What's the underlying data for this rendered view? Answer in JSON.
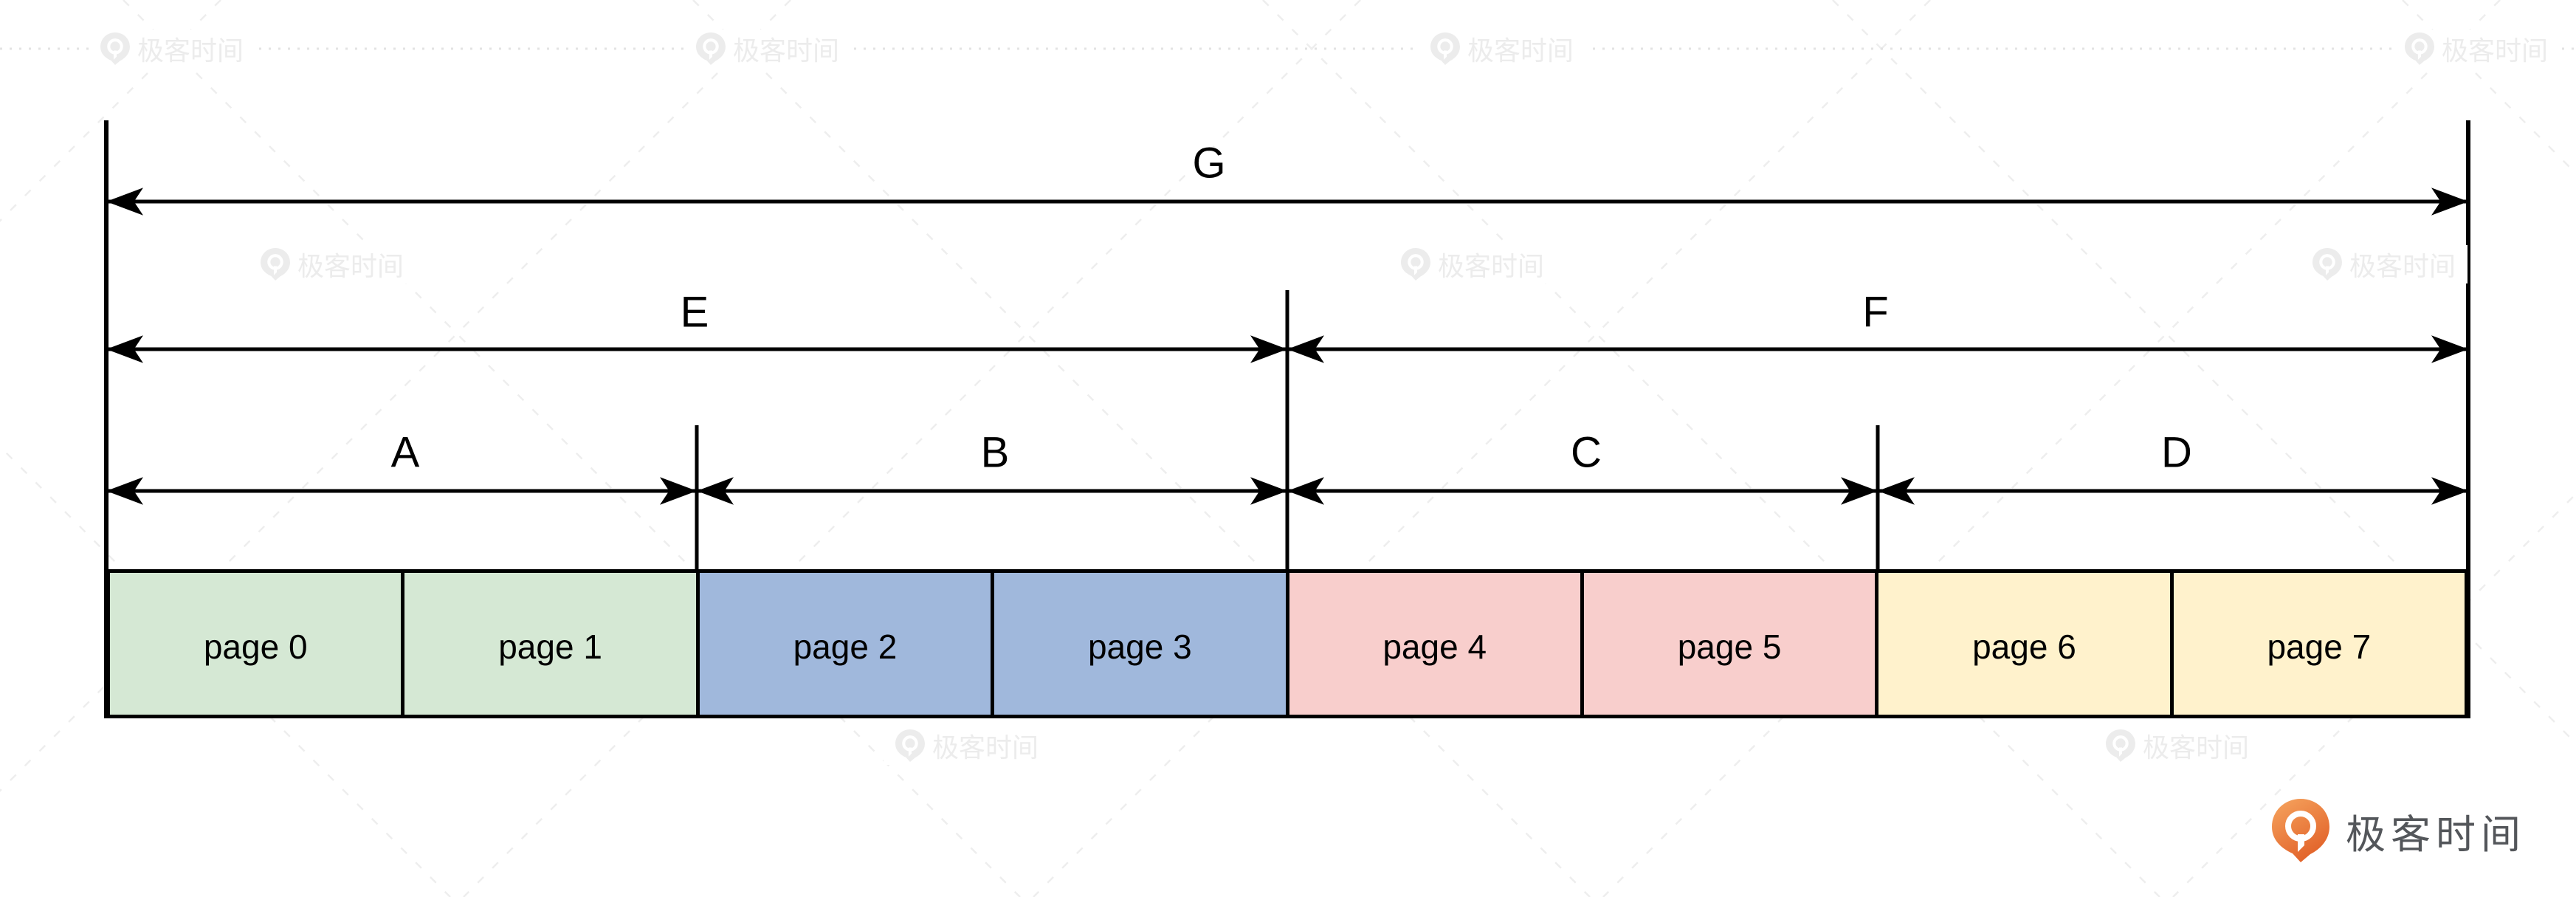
{
  "diagram": {
    "description": "Eight memory pages grouped under nested dimension spans",
    "spans": [
      {
        "label": "G",
        "level": "top",
        "covers": "page 0 - page 7"
      },
      {
        "label": "E",
        "level": "middle",
        "covers": "page 0 - page 3"
      },
      {
        "label": "F",
        "level": "middle",
        "covers": "page 4 - page 7"
      },
      {
        "label": "A",
        "level": "bottom",
        "covers": "page 0 - page 1"
      },
      {
        "label": "B",
        "level": "bottom",
        "covers": "page 2 - page 3"
      },
      {
        "label": "C",
        "level": "bottom",
        "covers": "page 4 - page 5"
      },
      {
        "label": "D",
        "level": "bottom",
        "covers": "page 6 - page 7"
      }
    ],
    "pages": [
      {
        "label": "page 0",
        "color": "#d5e8d4"
      },
      {
        "label": "page 1",
        "color": "#d5e8d4"
      },
      {
        "label": "page 2",
        "color": "#a0b8dc"
      },
      {
        "label": "page 3",
        "color": "#a0b8dc"
      },
      {
        "label": "page 4",
        "color": "#f8cecc"
      },
      {
        "label": "page 5",
        "color": "#f8cecc"
      },
      {
        "label": "page 6",
        "color": "#fff2cc"
      },
      {
        "label": "page 7",
        "color": "#fff2cc"
      }
    ],
    "line_color": "#000000"
  },
  "watermark": {
    "text": "极客时间",
    "color": "#ececec"
  },
  "brand": {
    "name": "极客时间",
    "accent_orange": "#e86c2e",
    "text_color": "#53565a"
  }
}
